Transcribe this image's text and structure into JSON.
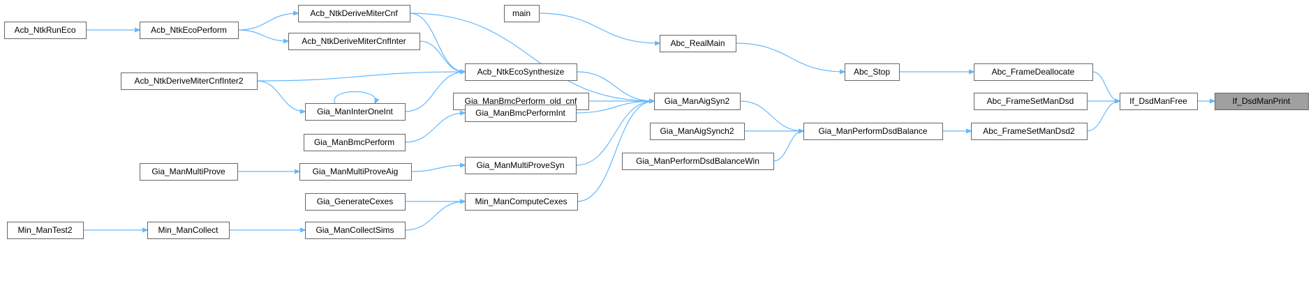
{
  "graph": {
    "kind": "caller-graph",
    "colors": {
      "edge": "#63b8ff",
      "node_border": "#666666",
      "root_fill": "#a0a0a0",
      "node_fill": "#ffffff"
    },
    "nodes": [
      {
        "id": "If_DsdManPrint",
        "label": "If_DsdManPrint",
        "root": true
      },
      {
        "id": "If_DsdManFree",
        "label": "If_DsdManFree"
      },
      {
        "id": "Abc_FrameDeallocate",
        "label": "Abc_FrameDeallocate"
      },
      {
        "id": "Abc_FrameSetManDsd",
        "label": "Abc_FrameSetManDsd"
      },
      {
        "id": "Abc_FrameSetManDsd2",
        "label": "Abc_FrameSetManDsd2"
      },
      {
        "id": "Abc_Stop",
        "label": "Abc_Stop"
      },
      {
        "id": "Abc_RealMain",
        "label": "Abc_RealMain"
      },
      {
        "id": "main",
        "label": "main"
      },
      {
        "id": "Gia_ManPerformDsdBalance",
        "label": "Gia_ManPerformDsdBalance"
      },
      {
        "id": "Gia_ManAigSyn2",
        "label": "Gia_ManAigSyn2"
      },
      {
        "id": "Gia_ManAigSynch2",
        "label": "Gia_ManAigSynch2"
      },
      {
        "id": "Gia_ManPerformDsdBalanceWin",
        "label": "Gia_ManPerformDsdBalanceWin"
      },
      {
        "id": "Acb_NtkDeriveMiterCnf",
        "label": "Acb_NtkDeriveMiterCnf"
      },
      {
        "id": "Acb_NtkEcoSynthesize",
        "label": "Acb_NtkEcoSynthesize"
      },
      {
        "id": "Gia_ManBmcPerform_old_cnf",
        "label": "Gia_ManBmcPerform_old_cnf"
      },
      {
        "id": "Gia_ManBmcPerformInt",
        "label": "Gia_ManBmcPerformInt"
      },
      {
        "id": "Gia_ManMultiProveSyn",
        "label": "Gia_ManMultiProveSyn"
      },
      {
        "id": "Min_ManComputeCexes",
        "label": "Min_ManComputeCexes"
      },
      {
        "id": "Acb_NtkEcoPerform",
        "label": "Acb_NtkEcoPerform"
      },
      {
        "id": "Acb_NtkRunEco",
        "label": "Acb_NtkRunEco"
      },
      {
        "id": "Acb_NtkDeriveMiterCnfInter",
        "label": "Acb_NtkDeriveMiterCnfInter"
      },
      {
        "id": "Acb_NtkDeriveMiterCnfInter2",
        "label": "Acb_NtkDeriveMiterCnfInter2"
      },
      {
        "id": "Gia_ManInterOneInt",
        "label": "Gia_ManInterOneInt"
      },
      {
        "id": "Gia_ManBmcPerform",
        "label": "Gia_ManBmcPerform"
      },
      {
        "id": "Gia_ManMultiProveAig",
        "label": "Gia_ManMultiProveAig"
      },
      {
        "id": "Gia_ManMultiProve",
        "label": "Gia_ManMultiProve"
      },
      {
        "id": "Gia_GenerateCexes",
        "label": "Gia_GenerateCexes"
      },
      {
        "id": "Gia_ManCollectSims",
        "label": "Gia_ManCollectSims"
      },
      {
        "id": "Min_ManCollect",
        "label": "Min_ManCollect"
      },
      {
        "id": "Min_ManTest2",
        "label": "Min_ManTest2"
      }
    ],
    "edges": [
      {
        "from": "If_DsdManFree",
        "to": "If_DsdManPrint"
      },
      {
        "from": "Abc_FrameDeallocate",
        "to": "If_DsdManFree"
      },
      {
        "from": "Abc_FrameSetManDsd",
        "to": "If_DsdManFree"
      },
      {
        "from": "Abc_FrameSetManDsd2",
        "to": "If_DsdManFree"
      },
      {
        "from": "Abc_Stop",
        "to": "Abc_FrameDeallocate"
      },
      {
        "from": "Abc_RealMain",
        "to": "Abc_Stop"
      },
      {
        "from": "main",
        "to": "Abc_RealMain"
      },
      {
        "from": "Gia_ManPerformDsdBalance",
        "to": "Abc_FrameSetManDsd2"
      },
      {
        "from": "Gia_ManAigSyn2",
        "to": "Gia_ManPerformDsdBalance"
      },
      {
        "from": "Gia_ManAigSynch2",
        "to": "Gia_ManPerformDsdBalance"
      },
      {
        "from": "Gia_ManPerformDsdBalanceWin",
        "to": "Gia_ManPerformDsdBalance"
      },
      {
        "from": "Acb_NtkDeriveMiterCnf",
        "to": "Gia_ManAigSyn2"
      },
      {
        "from": "Acb_NtkEcoSynthesize",
        "to": "Gia_ManAigSyn2"
      },
      {
        "from": "Gia_ManBmcPerform_old_cnf",
        "to": "Gia_ManAigSyn2"
      },
      {
        "from": "Gia_ManBmcPerformInt",
        "to": "Gia_ManAigSyn2"
      },
      {
        "from": "Gia_ManMultiProveSyn",
        "to": "Gia_ManAigSyn2"
      },
      {
        "from": "Min_ManComputeCexes",
        "to": "Gia_ManAigSyn2"
      },
      {
        "from": "Acb_NtkEcoPerform",
        "to": "Acb_NtkDeriveMiterCnf"
      },
      {
        "from": "Acb_NtkRunEco",
        "to": "Acb_NtkEcoPerform"
      },
      {
        "from": "Acb_NtkEcoPerform",
        "to": "Acb_NtkDeriveMiterCnfInter"
      },
      {
        "from": "Acb_NtkDeriveMiterCnf",
        "to": "Acb_NtkEcoSynthesize"
      },
      {
        "from": "Acb_NtkDeriveMiterCnfInter",
        "to": "Acb_NtkEcoSynthesize"
      },
      {
        "from": "Acb_NtkDeriveMiterCnfInter2",
        "to": "Acb_NtkEcoSynthesize"
      },
      {
        "from": "Gia_ManInterOneInt",
        "to": "Acb_NtkEcoSynthesize"
      },
      {
        "from": "Acb_NtkDeriveMiterCnfInter2",
        "to": "Gia_ManInterOneInt"
      },
      {
        "from": "Gia_ManInterOneInt",
        "to": "Gia_ManInterOneInt"
      },
      {
        "from": "Gia_ManBmcPerform",
        "to": "Gia_ManBmcPerformInt"
      },
      {
        "from": "Gia_ManMultiProveAig",
        "to": "Gia_ManMultiProveSyn"
      },
      {
        "from": "Gia_ManMultiProve",
        "to": "Gia_ManMultiProveAig"
      },
      {
        "from": "Gia_GenerateCexes",
        "to": "Min_ManComputeCexes"
      },
      {
        "from": "Gia_ManCollectSims",
        "to": "Min_ManComputeCexes"
      },
      {
        "from": "Min_ManCollect",
        "to": "Gia_ManCollectSims"
      },
      {
        "from": "Min_ManTest2",
        "to": "Min_ManCollect"
      }
    ]
  }
}
